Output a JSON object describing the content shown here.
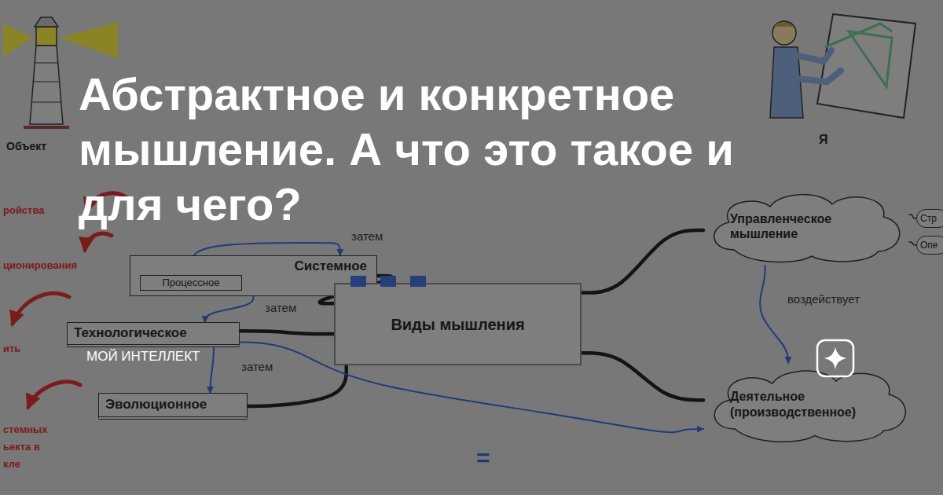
{
  "diagram": {
    "title": "Абстрактное и конкретное мышление. А что это такое и для чего?",
    "nodes": [
      {
        "text": [
          "Системное"
        ]
      },
      {
        "text": [
          "Процессное"
        ],
        "in": 0
      },
      {
        "text": [
          "Технологическое"
        ]
      },
      {
        "text": [
          "Эволюционное"
        ]
      },
      {
        "text": [
          "Виды мышления"
        ]
      },
      {
        "text": [
          "Управленческое мышление"
        ]
      },
      {
        "text": [
          "Стр"
        ]
      },
      {
        "text": [
          "Опе"
        ]
      },
      {
        "text": [
          "Деятельное (производственное)"
        ]
      }
    ],
    "edges": [
      {
        "from": 4,
        "to": 0,
        "arrow": "none"
      },
      {
        "from": 4,
        "to": 2,
        "arrow": "none"
      },
      {
        "from": 4,
        "to": 3,
        "arrow": "none"
      },
      {
        "from": 4,
        "to": 5,
        "arrow": "none"
      },
      {
        "from": 4,
        "to": 8,
        "arrow": "none"
      },
      {
        "from": 1,
        "to": 0,
        "label": "затем",
        "arrow": "to"
      },
      {
        "from": 0,
        "to": 2,
        "label": "затем",
        "arrow": "to"
      },
      {
        "from": 2,
        "to": 3,
        "label": "затем",
        "arrow": "to"
      },
      {
        "from": 5,
        "to": 8,
        "label": "воздействует",
        "arrow": "to"
      },
      {
        "from": 2,
        "to": 8,
        "arrow": "to"
      },
      {
        "from": 5,
        "to": 6,
        "arrow": "none"
      },
      {
        "from": 5,
        "to": 7,
        "arrow": "none"
      }
    ],
    "labels": [
      "Объект",
      "Я",
      "ройства",
      "ционирования",
      "ить",
      "стемных ьекта в кле",
      "=",
      "МОЙ ИНТЕЛЛЕКТ"
    ]
  }
}
